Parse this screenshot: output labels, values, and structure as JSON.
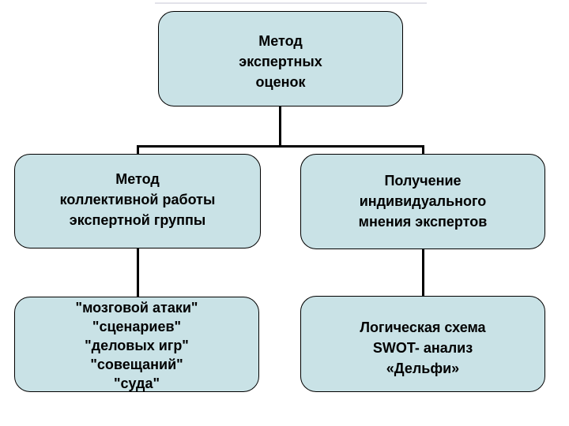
{
  "diagram": {
    "title_joined": "Метод экспертных оценок",
    "colors": {
      "background": "#ffffff",
      "node_fill": "#c9e2e6",
      "node_border": "#000000",
      "connector": "#000000",
      "text": "#000000",
      "top_strip": "#e2e2ea"
    },
    "nodes": {
      "root": {
        "lines": [
          "Метод",
          "экспертных",
          "оценок"
        ]
      },
      "left_branch": {
        "lines": [
          "Метод",
          "коллективной работы",
          "экспертной группы"
        ]
      },
      "right_branch": {
        "lines": [
          "Получение",
          "индивидуального",
          "мнения экспертов"
        ]
      },
      "left_leaf": {
        "lines": [
          "\"мозговой атаки\"",
          "\"сценариев\"",
          "\"деловых игр\"",
          "\"совещаний\"",
          "\"суда\""
        ]
      },
      "right_leaf": {
        "lines": [
          "Логическая схема",
          "SWOT- анализ",
          "«Дельфи»"
        ]
      }
    }
  }
}
